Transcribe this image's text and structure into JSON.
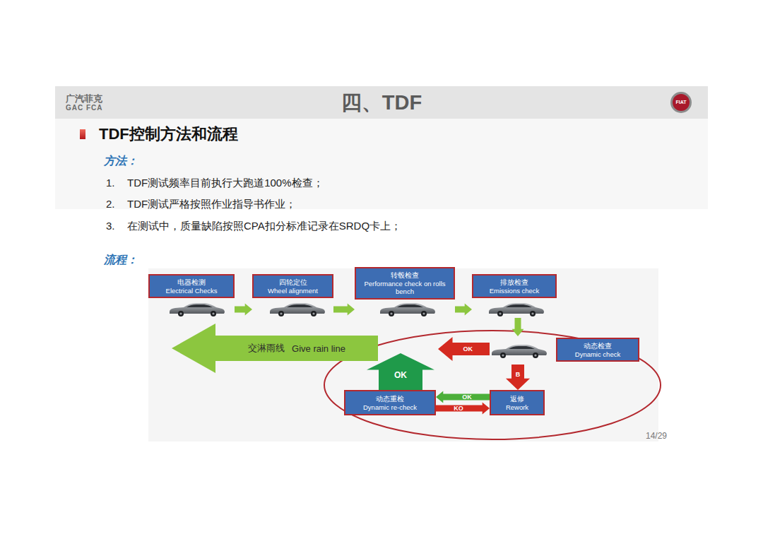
{
  "diagram": {
    "title": "四、TDF",
    "nodes": [
      {
        "text": [
          "电器检测",
          "Electrical Checks"
        ]
      },
      {
        "text": [
          "四轮定位",
          "Wheel alignment"
        ]
      },
      {
        "text": [
          "转毂检查",
          "Performance check on rolls bench"
        ]
      },
      {
        "text": [
          "排放检查",
          "Emissions check"
        ]
      },
      {
        "text": [
          "动态检查",
          "Dynamic check"
        ]
      },
      {
        "text": [
          "返修",
          "Rework"
        ]
      },
      {
        "text": [
          "动态重检",
          "Dynamic re-check"
        ]
      },
      {
        "text": [
          "交淋雨线",
          "Give rain line"
        ]
      }
    ],
    "edges": [
      {
        "from": 0,
        "to": 1,
        "arrow": "to"
      },
      {
        "from": 1,
        "to": 2,
        "arrow": "to"
      },
      {
        "from": 2,
        "to": 3,
        "arrow": "to"
      },
      {
        "from": 3,
        "to": 4,
        "arrow": "to"
      },
      {
        "from": 4,
        "to": 7,
        "arrow": "to",
        "label": "OK"
      },
      {
        "from": 4,
        "to": 5,
        "arrow": "to",
        "label": "B"
      },
      {
        "from": 5,
        "to": 6,
        "arrow": "to",
        "label": "OK"
      },
      {
        "from": 6,
        "to": 5,
        "arrow": "to",
        "label": "KO"
      },
      {
        "from": 6,
        "to": 7,
        "arrow": "to",
        "label": "OK"
      }
    ],
    "labels": [
      "广汽菲克",
      "GAC FCA",
      "FIAT",
      "TDF控制方法和流程",
      "方法：",
      "1.",
      "TDF测试频率目前执行大跑道100%检查；",
      "2.",
      "TDF测试严格按照作业指导书作业；",
      "3.",
      "在测试中，质量缺陷按照CPA扣分标准记录在SRDQ卡上；",
      "流程：",
      "14/29"
    ]
  }
}
